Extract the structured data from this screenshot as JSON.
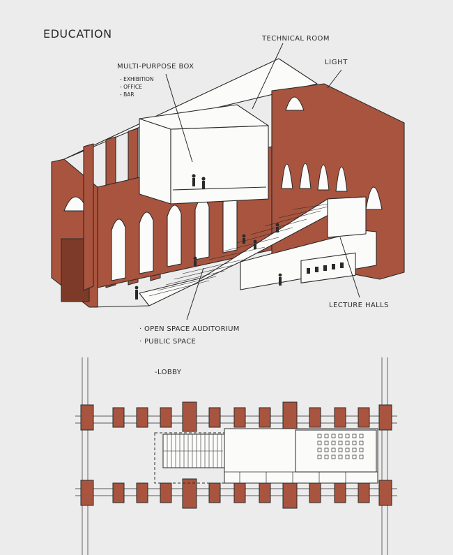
{
  "sheet": {
    "title": "EDUCATION",
    "colors": {
      "paper": "#ebeceb",
      "ink": "#2a2a2a",
      "brick": "#a8543e",
      "brick_dark": "#7e3a28",
      "white": "#fbfbfa"
    }
  },
  "section_labels": {
    "multi_purpose_box": "MULTI-PURPOSE BOX",
    "mpb_items": [
      "- EXHIBITION",
      "- OFFICE",
      "- BAR"
    ],
    "technical_room": "TECHNICAL ROOM",
    "light": "LIGHT",
    "lecture_halls": "LECTURE HALLS",
    "open_space_auditorium": "· OPEN SPACE AUDITORIUM",
    "public_space": "· PUBLIC SPACE"
  },
  "plan_labels": {
    "lobby": "-LOBBY"
  }
}
